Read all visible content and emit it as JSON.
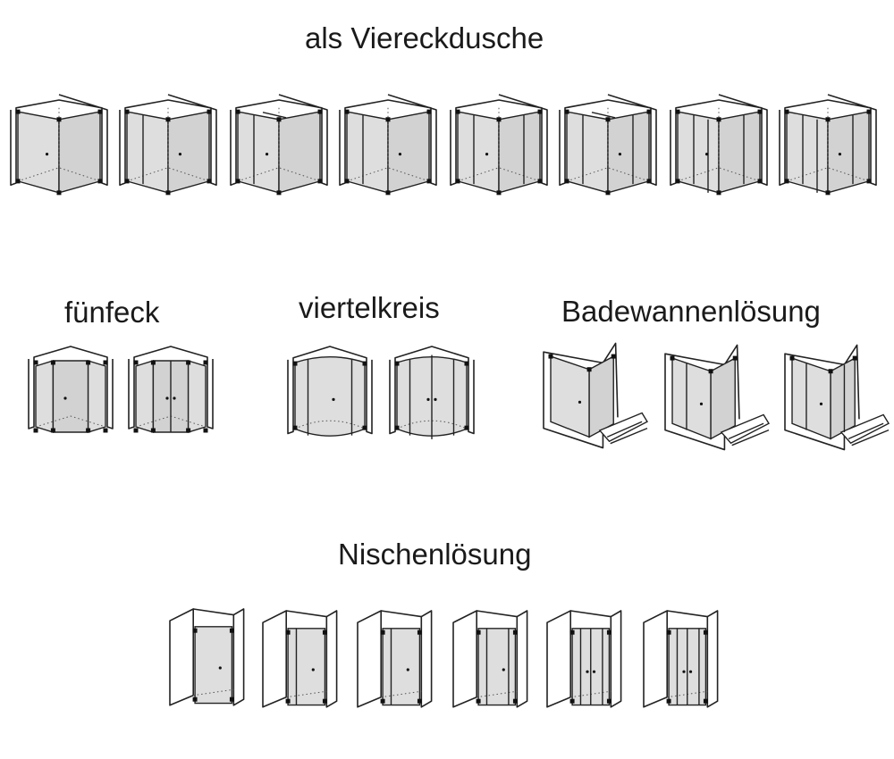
{
  "sections": {
    "viereck": {
      "title": "als Viereckdusche",
      "count": 8
    },
    "fuenfeck": {
      "title": "fünfeck",
      "count": 2
    },
    "viertelkreis": {
      "title": "viertelkreis",
      "count": 2
    },
    "badewanne": {
      "title": "Badewannenlösung",
      "count": 3
    },
    "nische": {
      "title": "Nischenlösung",
      "count": 6
    }
  },
  "colors": {
    "glass": "#dedede",
    "line": "#222222",
    "background": "#ffffff"
  }
}
